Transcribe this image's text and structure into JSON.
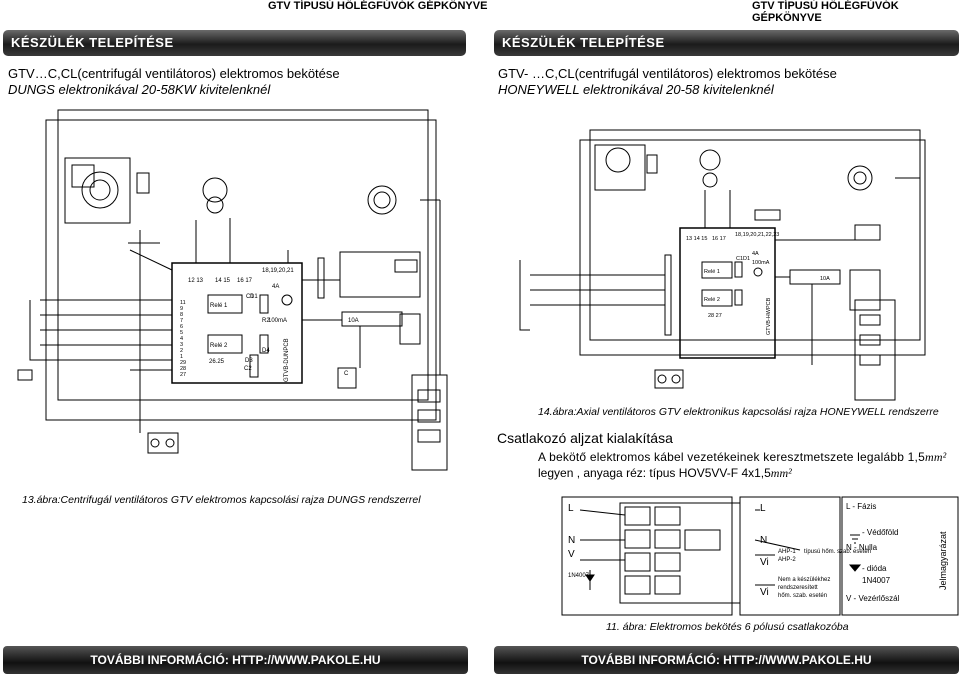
{
  "left": {
    "header": "GTV TÍPUSÚ HŐLÉGFÚVÓK GÉPKÖNYVE",
    "section_title": "KÉSZÜLÉK TELEPÍTÉSE",
    "subtitle_line1": "GTV…C,CL(centrifugál ventilátoros) elektromos bekötése",
    "subtitle_line2": "DUNGS elektronikával 20-58KW kivitelenknél",
    "figure_caption": "13.ábra:Centrifugál ventilátoros GTV elektromos kapcsolási rajza DUNGS rendszerrel",
    "footer": "TOVÁBBI INFORMÁCIÓ: HTTP://WWW.PAKOLE.HU",
    "board": {
      "terminals_top_a": "12 13",
      "terminals_top_b": "14 15",
      "terminals_top_c": "16 17",
      "terminals_top_d": "18,19,20,21",
      "relay1": "Relé 1",
      "relay2": "Relé 2",
      "c1": "C1",
      "d1": "D1",
      "r2": "R2",
      "fuse_4a": "4A",
      "fuse_100ma": "100mA",
      "d3": "D3",
      "c2": "C2",
      "d4": "D4",
      "t2625": "26.25",
      "board_name": "GTVB-DUNPCB",
      "fuse_10a": "10A",
      "cap_c": "C",
      "left_pins": [
        "11",
        "9",
        "8",
        "7",
        "6",
        "5",
        "4",
        "3",
        "2",
        "1",
        "29",
        "28",
        "27"
      ]
    }
  },
  "right": {
    "header": "GTV TÍPUSÚ HŐLÉGFÚVÓK GÉPKÖNYVE",
    "section_title": "KÉSZÜLÉK TELEPÍTÉSE",
    "subtitle_line1": "GTV- …C,CL(centrifugál ventilátoros) elektromos bekötése",
    "subtitle_line2": "HONEYWELL elektronikával 20-58 kivitelenknél",
    "figure14_caption": "14.ábra:Axial ventilátoros GTV elektronikus kapcsolási rajza HONEYWELL rendszerre",
    "socket_heading": "Csatlakozó aljzat kialakítása",
    "socket_text1": "A bekötő elektromos kábel vezetékeinek keresztmetszete legalább 1,5",
    "socket_unit": "mm²",
    "socket_text2": "legyen , anyaga réz: típus HOV5VV-F  4x1,5",
    "figure11_caption": "11. ábra: Elektromos bekötés 6 pólusú csatlakozóba",
    "footer": "TOVÁBBI INFORMÁCIÓ: HTTP://WWW.PAKOLE.HU",
    "board": {
      "terminals_a": "13 14 15",
      "terminals_b": "16 17",
      "terminals_c": "18,19,20,21,22,23",
      "relay1": "Relé 1",
      "relay2": "Relé 2",
      "c1": "C1",
      "d1": "D1",
      "fuse_4a": "4A",
      "fuse_100ma": "100mA",
      "fuse_10a": "10A",
      "t2827": "28 27",
      "board_name": "GTVB-HWPCB"
    },
    "connector": {
      "L": "L",
      "N": "N",
      "V": "V",
      "Vi": "Vi",
      "ahp1": "AHP-1",
      "ahp2": "AHP-2",
      "ahp_note": "típusú hőm. szab. esetén",
      "diode_label": "1N4007",
      "other_note_1": "Nem a készülékhez",
      "other_note_2": "rendszeresített",
      "other_note_3": "hőm. szab. esetén"
    },
    "legend": {
      "title": "Jelmagyarázat",
      "items": [
        "L - Fázis",
        "- Védőföld",
        "N - Nulla",
        "- dióda",
        "1N4007",
        "V - Vezérlőszál"
      ]
    }
  }
}
